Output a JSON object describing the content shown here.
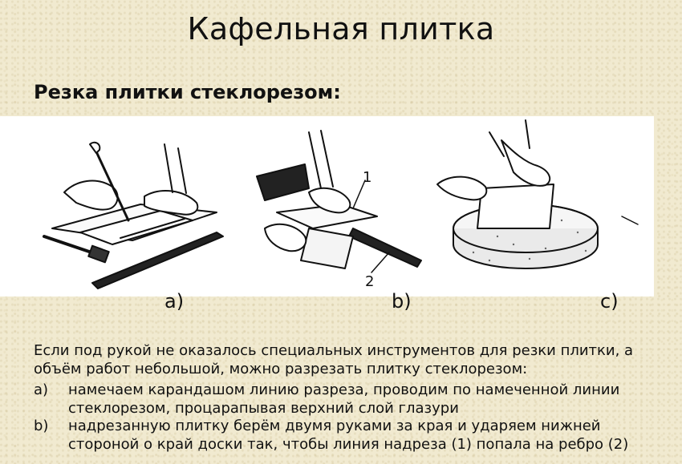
{
  "slide": {
    "title": "Кафельная плитка",
    "subtitle": "Резка плитки стеклорезом:"
  },
  "figure": {
    "labels": [
      "a)",
      "b)",
      "c)"
    ],
    "callouts": [
      "1",
      "2"
    ]
  },
  "body": {
    "intro": "Если под рукой не оказалось специальных инструментов для резки плитки, а объём работ небольшой, можно разрезать плитку стеклорезом:",
    "steps": [
      {
        "marker": "a)",
        "text": "намечаем карандашом линию разреза, проводим по намеченной линии стеклорезом, процарапывая верхний слой глазури"
      },
      {
        "marker": "b)",
        "text": "надрезанную плитку берём двумя руками за края и ударяем нижней стороной о край доски так, чтобы линия надреза (1) попала на ребро (2)"
      }
    ]
  }
}
